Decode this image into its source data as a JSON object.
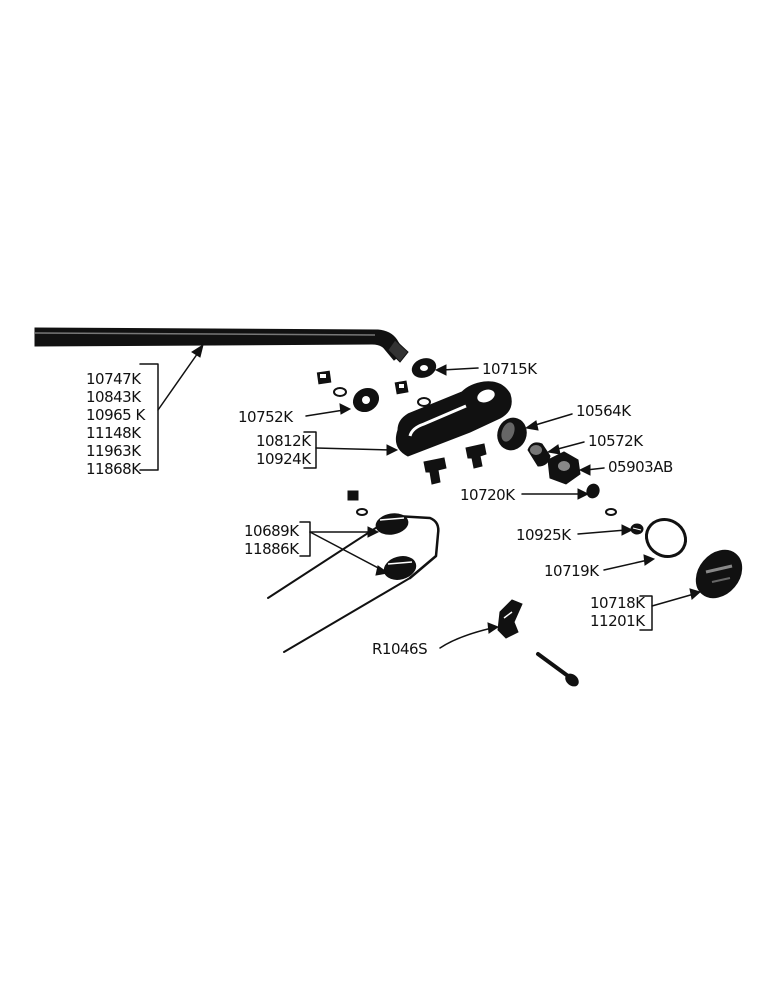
{
  "colors": {
    "ink": "#111111",
    "paper": "#ffffff",
    "metal": "#555555"
  },
  "callouts": {
    "rod": [
      "10747K",
      "10843K",
      "10965 K",
      "11148K",
      "11963K",
      "11868K"
    ],
    "washer_top": "10715K",
    "washer_left": "10752K",
    "arm": [
      "10812K",
      "10924K"
    ],
    "bushing": "10564K",
    "collar": "10572K",
    "nut": "05903AB",
    "small_washer": "10720K",
    "spring": [
      "10689K",
      "11886K"
    ],
    "screw": "10925K",
    "ring": "10719K",
    "cap": [
      "10718K",
      "11201K"
    ],
    "clip": "R1046S"
  }
}
